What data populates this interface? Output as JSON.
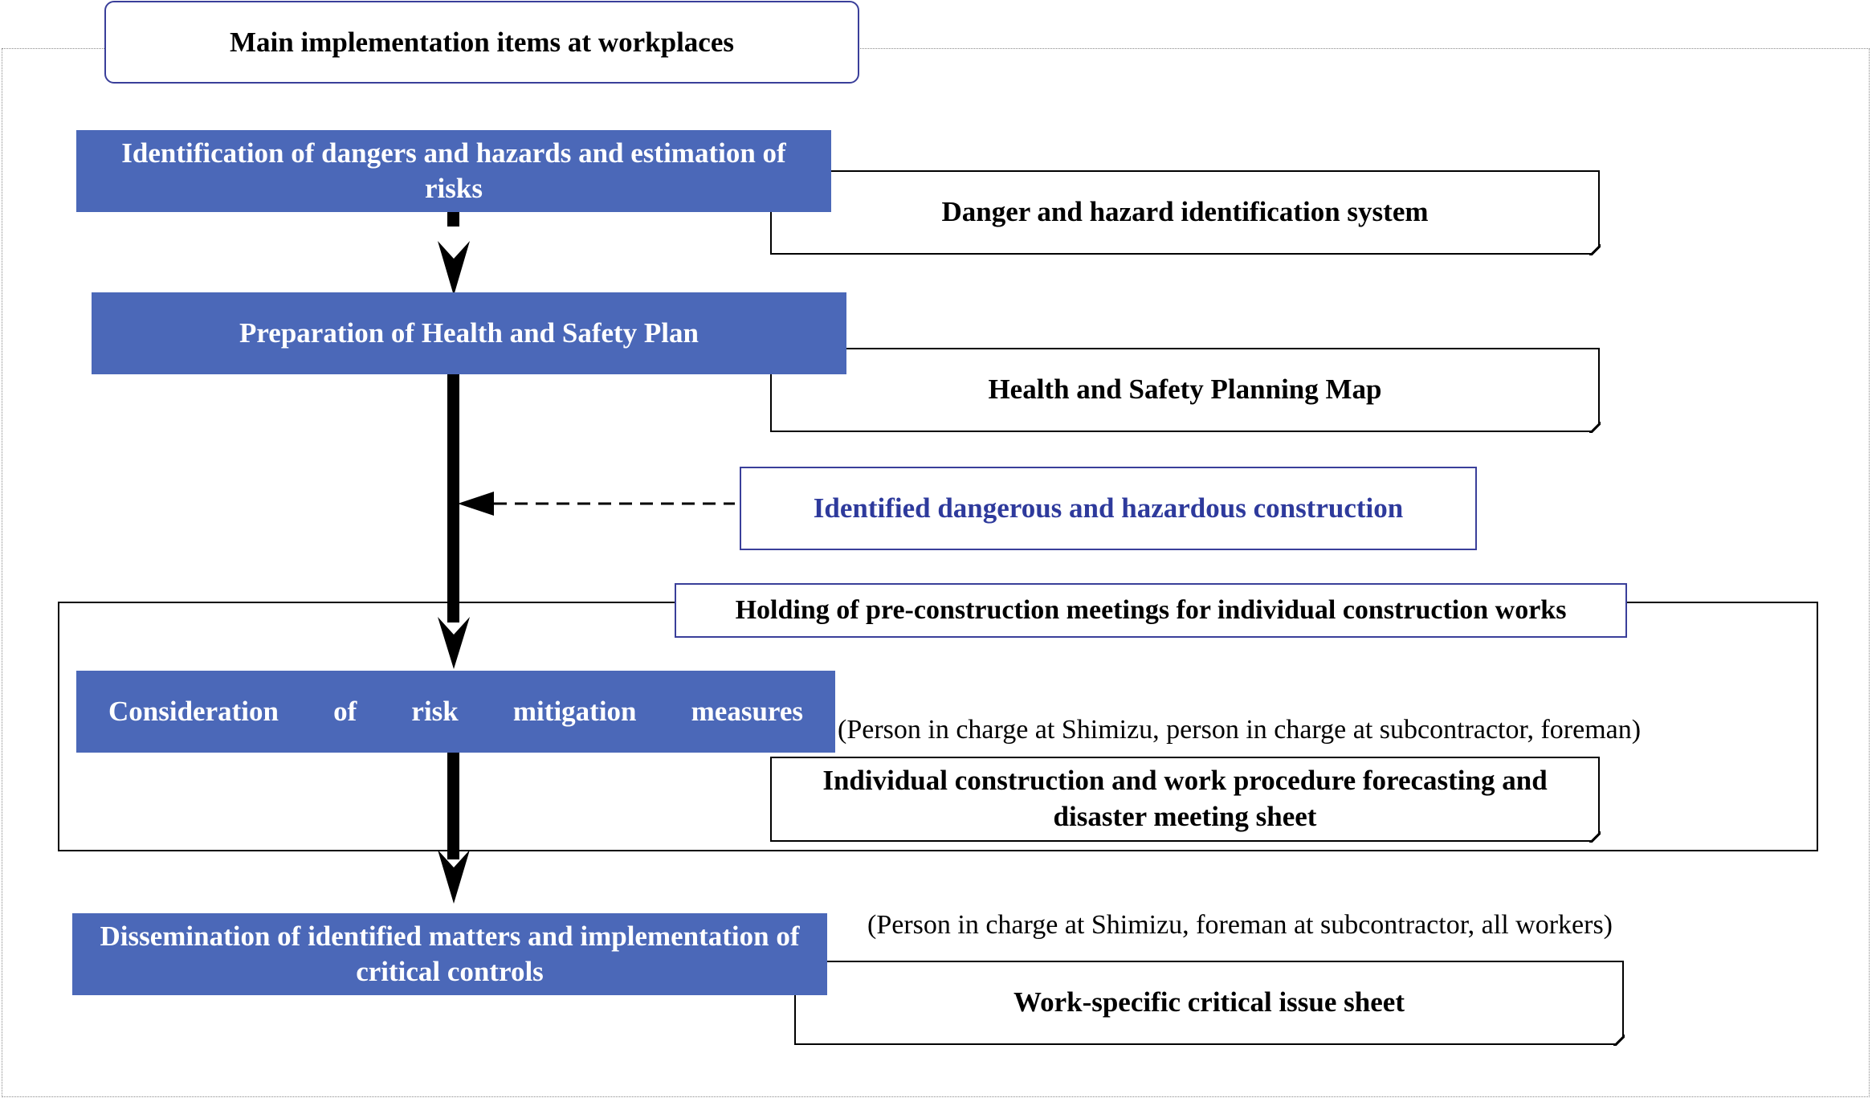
{
  "header": {
    "title": "Main implementation items at workplaces"
  },
  "steps": [
    {
      "label": "Identification of dangers and hazards and estimation of risks"
    },
    {
      "label": "Preparation of Health and Safety Plan"
    },
    {
      "label_words": [
        "Consideration",
        "of",
        "risk",
        "mitigation",
        "measures"
      ]
    },
    {
      "label": "Dissemination of identified matters and implementation of critical controls"
    }
  ],
  "documents": [
    {
      "label": "Danger and hazard identification system"
    },
    {
      "label": "Health and Safety Planning Map"
    },
    {
      "label": "Individual construction and work procedure forecasting and disaster meeting sheet"
    },
    {
      "label": "Work-specific critical issue sheet"
    }
  ],
  "input_box": {
    "label": "Identified dangerous and hazardous construction",
    "color": "#2e3a9c"
  },
  "meeting": {
    "title": "Holding of pre-construction meetings for individual construction works",
    "participants": "(Person in charge at Shimizu, person in charge at subcontractor, foreman)"
  },
  "dissemination_participants": "(Person in charge at Shimizu, foreman at subcontractor, all workers)",
  "colors": {
    "step_fill": "#4b68b8",
    "frame_border": "#3a3f9a"
  }
}
